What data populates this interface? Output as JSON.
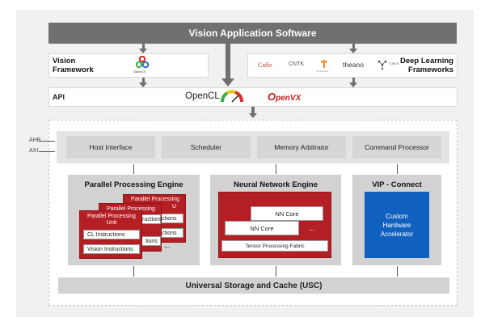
{
  "top_bar": "Vision Application Software",
  "vision_framework": {
    "label_line1": "Vision",
    "label_line2": "Framework",
    "opencv_label": "OpenCV"
  },
  "deep_learning": {
    "label_line1": "Deep Learning",
    "label_line2": "Frameworks",
    "logos": [
      "Caffe",
      "CNTK",
      "TensorFlow",
      "theano",
      "TORCH"
    ]
  },
  "api": {
    "label": "API",
    "opencl": "OpenCL",
    "openvx_o": "O",
    "openvx_rest": "penVX"
  },
  "bus": {
    "ahb": "AHB",
    "axi": "AXI"
  },
  "top_row": [
    "Host Interface",
    "Scheduler",
    "Memory Arbitrator",
    "Command Processor"
  ],
  "ppe": {
    "title": "Parallel Processing Engine",
    "unit_line1": "Parallel Processing",
    "unit_line2": "Unit",
    "instructions": "Instructions",
    "cl_instructions": "CL Instructions",
    "vision_instructions": "Vision Instructions",
    "back_partials": [
      "U",
      "ructions",
      "ructions",
      "ructions",
      "tions"
    ],
    "ellipsis": "..."
  },
  "nne": {
    "title": "Neural Network Engine",
    "core": "NN Core",
    "fabric": "Tensor Processing Fabric",
    "ellipsis": "..."
  },
  "vip": {
    "title": "VIP - Connect",
    "accel_line1": "Custom",
    "accel_line2": "Hardware",
    "accel_line3": "Accelerator"
  },
  "usc": "Universal Storage and Cache (USC)",
  "colors": {
    "red": "#b41f24",
    "blue": "#1060c0",
    "gray_bar": "#707070",
    "box_gray": "#d2d2d2"
  }
}
